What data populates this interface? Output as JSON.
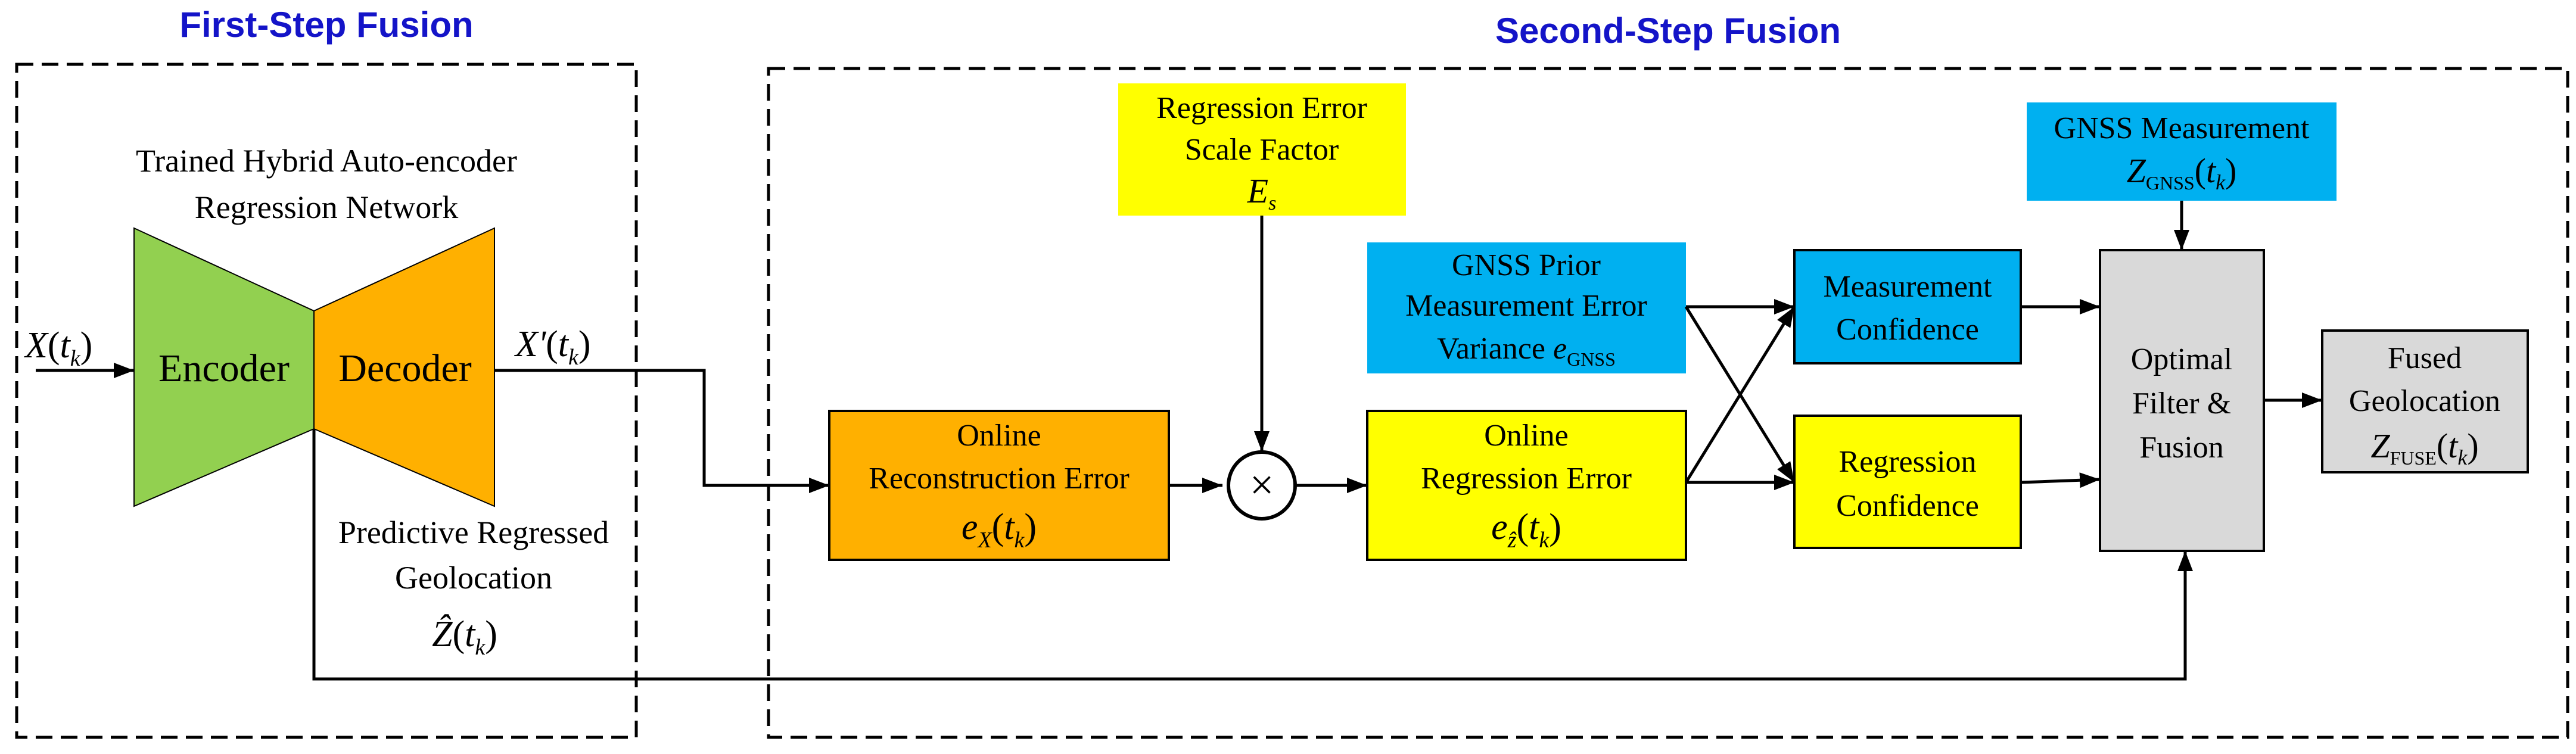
{
  "colors": {
    "title": "#1414c8",
    "stroke": "#000000",
    "encoder": "#92d050",
    "decoder": "#ffb000",
    "yellow": "#ffff00",
    "blue": "#00b0f0",
    "gray": "#d9d9d9"
  },
  "sections": {
    "first_title": "First-Step Fusion",
    "second_title": "Second-Step Fusion"
  },
  "network": {
    "caption_line1": "Trained Hybrid Auto-encoder",
    "caption_line2": "Regression Network",
    "encoder": "Encoder",
    "decoder": "Decoder",
    "input_label": {
      "base": "X",
      "sub": "k"
    },
    "output_label": {
      "base": "X'",
      "sub": "k"
    },
    "predictive_line1": "Predictive Regressed",
    "predictive_line2": "Geolocation",
    "predictive_symbol": {
      "base": "Ẑ",
      "sub": "k"
    }
  },
  "blocks": {
    "reconstruction": {
      "line1": "Online",
      "line2": "Reconstruction Error",
      "symbol": "e",
      "symbol_sub": "X",
      "arg_sub": "k"
    },
    "scale_factor": {
      "line1": "Regression Error",
      "line2": "Scale Factor",
      "symbol": "E",
      "symbol_sub": "s"
    },
    "multiply_symbol": "×",
    "gnss_prior": {
      "line1": "GNSS Prior",
      "line2": "Measurement Error",
      "line3": "Variance",
      "symbol": "e",
      "symbol_sub": "GNSS"
    },
    "regression_error": {
      "line1": "Online",
      "line2": "Regression Error",
      "symbol": "e",
      "symbol_sub": "ẑ",
      "arg_sub": "k"
    },
    "measurement_conf": {
      "line1": "Measurement",
      "line2": "Confidence"
    },
    "regression_conf": {
      "line1": "Regression",
      "line2": "Confidence"
    },
    "gnss_measurement": {
      "line1": "GNSS Measurement",
      "symbol": "Z",
      "symbol_sub": "GNSS",
      "arg_sub": "k"
    },
    "optimal": {
      "line1": "Optimal",
      "line2": "Filter &",
      "line3": "Fusion"
    },
    "fused": {
      "line1": "Fused",
      "line2": "Geolocation",
      "symbol": "Z",
      "symbol_sub": "FUSE",
      "arg_sub": "k"
    }
  }
}
